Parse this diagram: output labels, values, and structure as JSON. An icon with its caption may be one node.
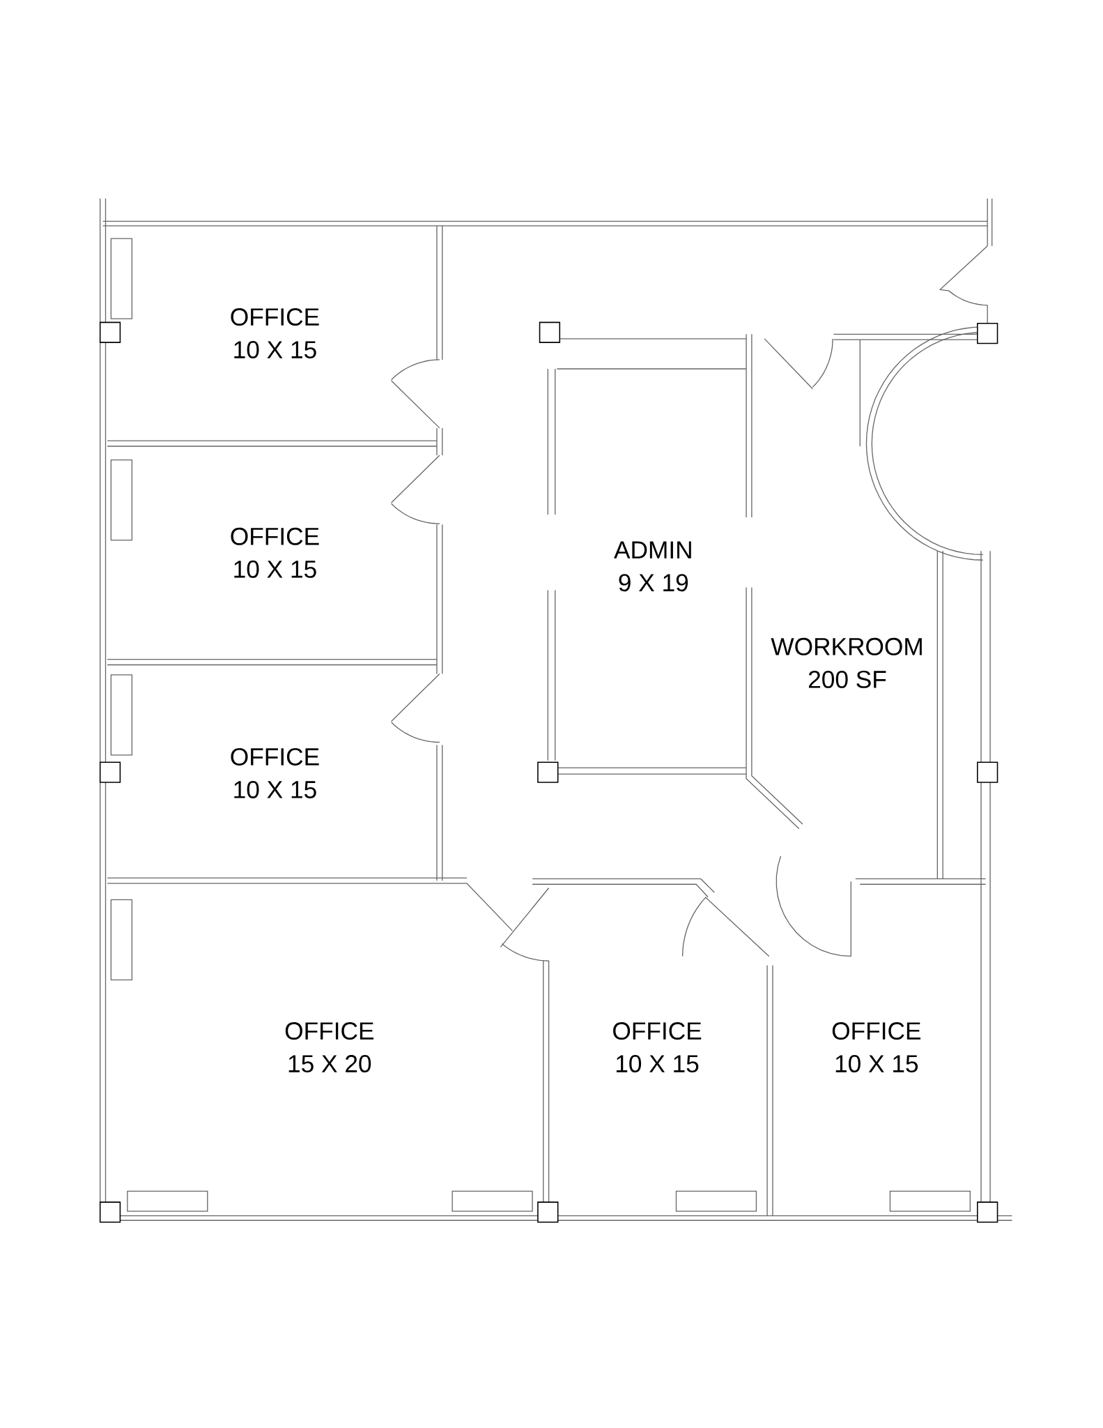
{
  "diagram": {
    "nodes": [
      {
        "text": [
          "OFFICE",
          "10 X 15"
        ]
      },
      {
        "text": [
          "OFFICE",
          "10 X 15"
        ]
      },
      {
        "text": [
          "OFFICE",
          "10 X 15"
        ]
      },
      {
        "text": [
          "ADMIN",
          "9 X 19"
        ]
      },
      {
        "text": [
          "WORKROOM",
          "200 SF"
        ]
      },
      {
        "text": [
          "OFFICE",
          "15 X 20"
        ]
      },
      {
        "text": [
          "OFFICE",
          "10 X 15"
        ]
      },
      {
        "text": [
          "OFFICE",
          "10 X 15"
        ]
      }
    ]
  }
}
